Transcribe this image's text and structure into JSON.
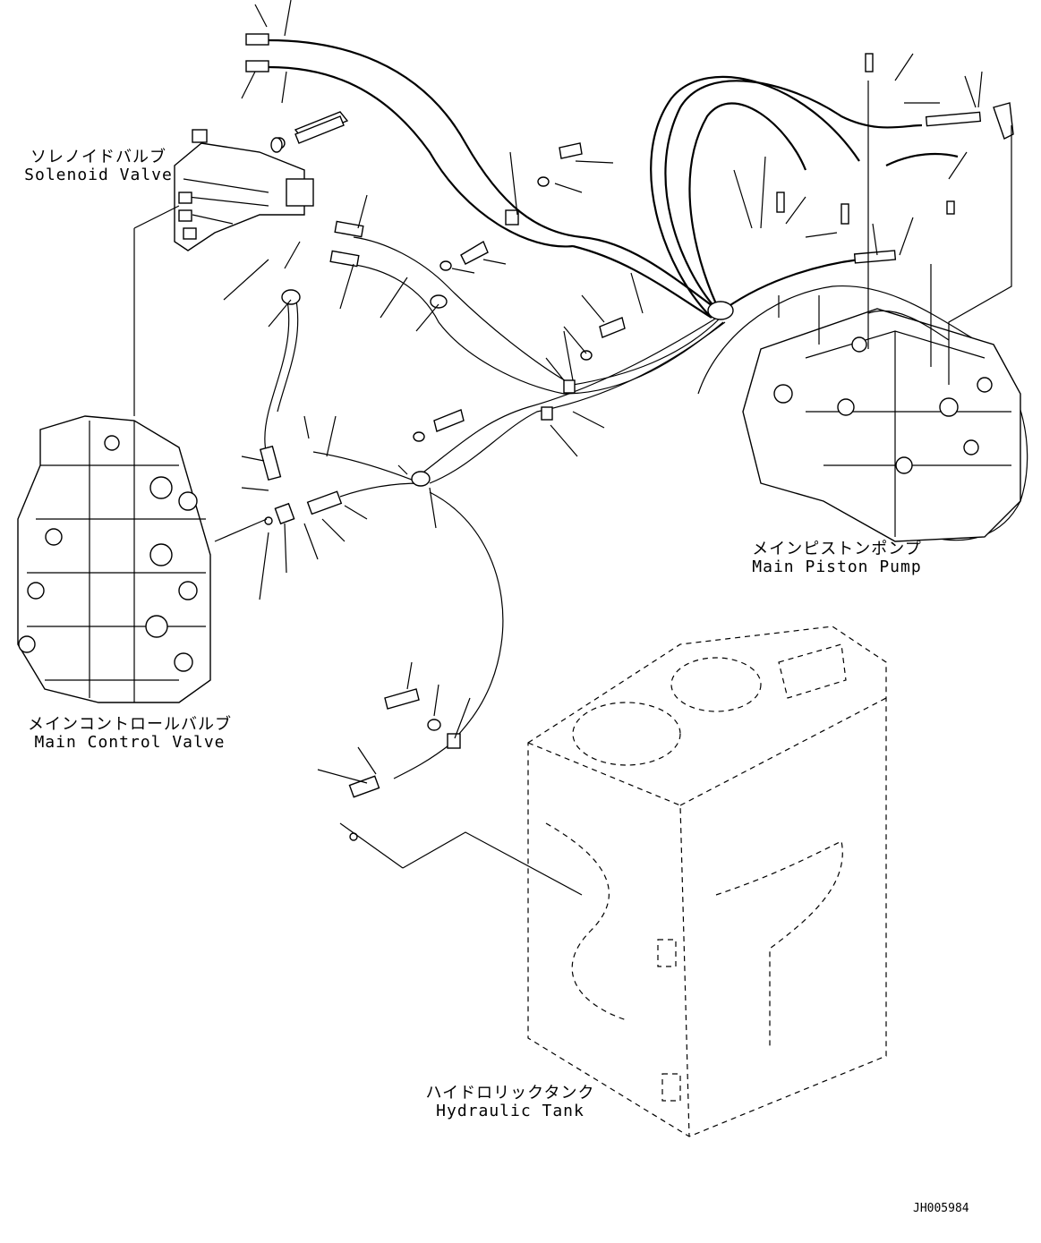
{
  "labels": {
    "solenoid_valve": {
      "jp": "ソレノイドバルブ",
      "en": "Solenoid Valve"
    },
    "main_control_valve": {
      "jp": "メインコントロールバルブ",
      "en": "Main Control Valve"
    },
    "main_piston_pump": {
      "jp": "メインピストンポンプ",
      "en": "Main Piston Pump"
    },
    "hydraulic_tank": {
      "jp": "ハイドロリックタンク",
      "en": "Hydraulic Tank"
    }
  },
  "drawing_code": "JH005984"
}
